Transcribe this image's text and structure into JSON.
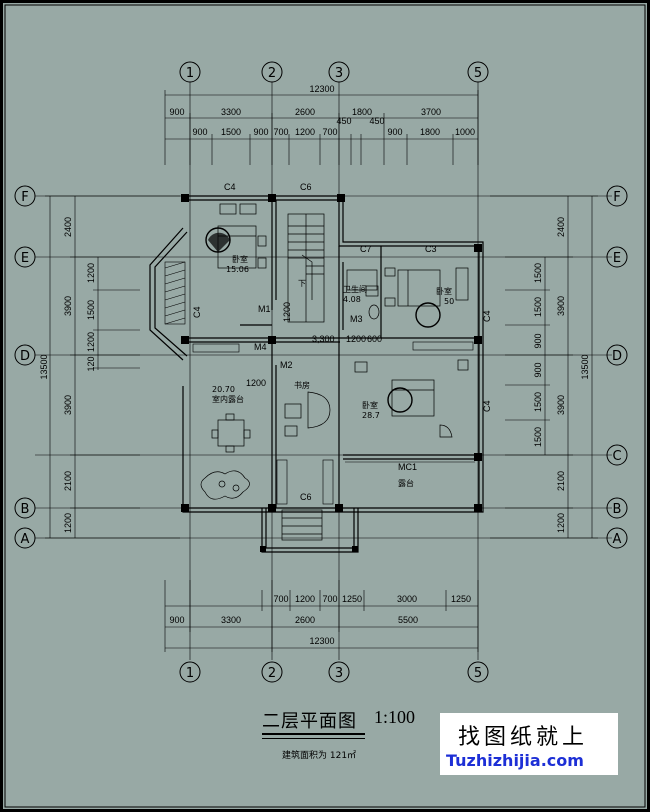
{
  "drawing": {
    "title": "二层平面图",
    "scale": "1:100",
    "area_note": "建筑面积为 121㎡",
    "background_color": "#98a9a5",
    "line_color": "#000000"
  },
  "watermark": {
    "text_cn": "找图纸就上",
    "text_en": "Tuzhizhijia.com",
    "en_color": "#1d2fd6"
  },
  "axes": {
    "vertical": [
      "1",
      "2",
      "3",
      "5"
    ],
    "horizontal": [
      "F",
      "E",
      "D",
      "C",
      "B",
      "A"
    ]
  },
  "dimensions": {
    "top_total": "12300",
    "top_main": [
      "900",
      "3300",
      "2600",
      "1800",
      "3700"
    ],
    "top_detail": [
      "900",
      "1500",
      "900",
      "700",
      "1200",
      "700",
      "450",
      "450",
      "900",
      "1800",
      "1000"
    ],
    "bottom_detail": [
      "700",
      "1200",
      "700",
      "1250",
      "3000",
      "1250"
    ],
    "bottom_main": [
      "900",
      "3300",
      "2600",
      "5500"
    ],
    "bottom_total": "12300",
    "left_main": [
      "2400",
      "3900",
      "3900",
      "2100",
      "1200"
    ],
    "left_detail": [
      "1200",
      "1500",
      "1200",
      "120"
    ],
    "left_total": "13500",
    "right_main": [
      "2400",
      "3900",
      "3900",
      "2100",
      "1200"
    ],
    "right_detail": [
      "1500",
      "1500",
      "900",
      "900",
      "1500",
      "1500"
    ],
    "right_total": "13500",
    "interior": [
      "3,300",
      "1200",
      "600",
      "1200",
      "1200"
    ]
  },
  "rooms": {
    "bedroom_nw": "卧室",
    "bedroom_nw_area": "15.06",
    "bath": "卫生间",
    "bath_area": "4.08",
    "bedroom_ne": "卧室",
    "bedroom_ne_area": "50",
    "bedroom_se": "卧室",
    "bedroom_se_area": "28.7",
    "terrace_area": "20.70",
    "terrace": "室内露台",
    "study": "书房",
    "balcony": "露台",
    "stair_down": "下"
  },
  "labels": {
    "window_c4_top": "C4",
    "window_c6_top": "C6",
    "window_c7": "C7",
    "window_c3": "C3",
    "window_c4_left": "C4",
    "window_c4_right": "C4",
    "window_c4_right2": "C4",
    "window_c6_bottom": "C6",
    "door_m1": "M1",
    "door_m2": "M2",
    "door_m3": "M3",
    "door_m4": "M4",
    "door_mc1": "MC1"
  }
}
